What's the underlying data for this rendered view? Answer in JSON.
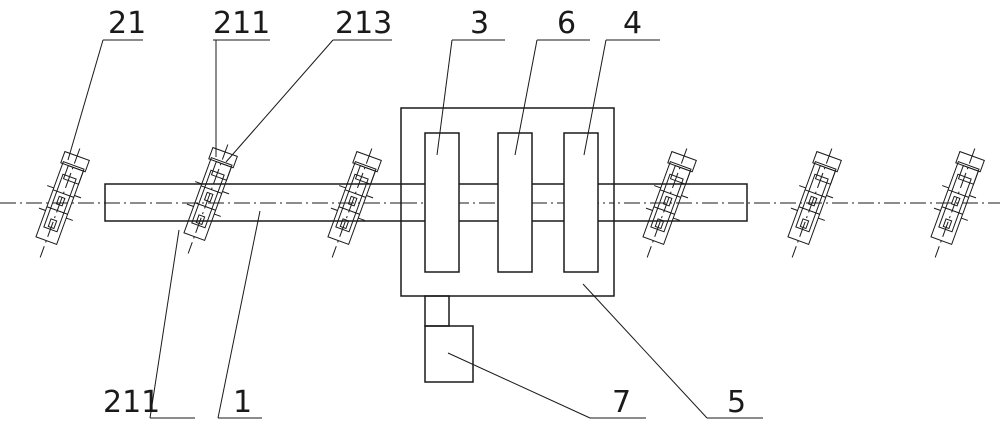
{
  "diagram": {
    "labels": {
      "l21": "21",
      "l211_top": "211",
      "l213": "213",
      "l3": "3",
      "l6": "6",
      "l4": "4",
      "l211_bottom": "211",
      "l1": "1",
      "l7": "7",
      "l5": "5"
    },
    "colors": {
      "ink": "#1a1a1a",
      "background": "#ffffff"
    }
  }
}
